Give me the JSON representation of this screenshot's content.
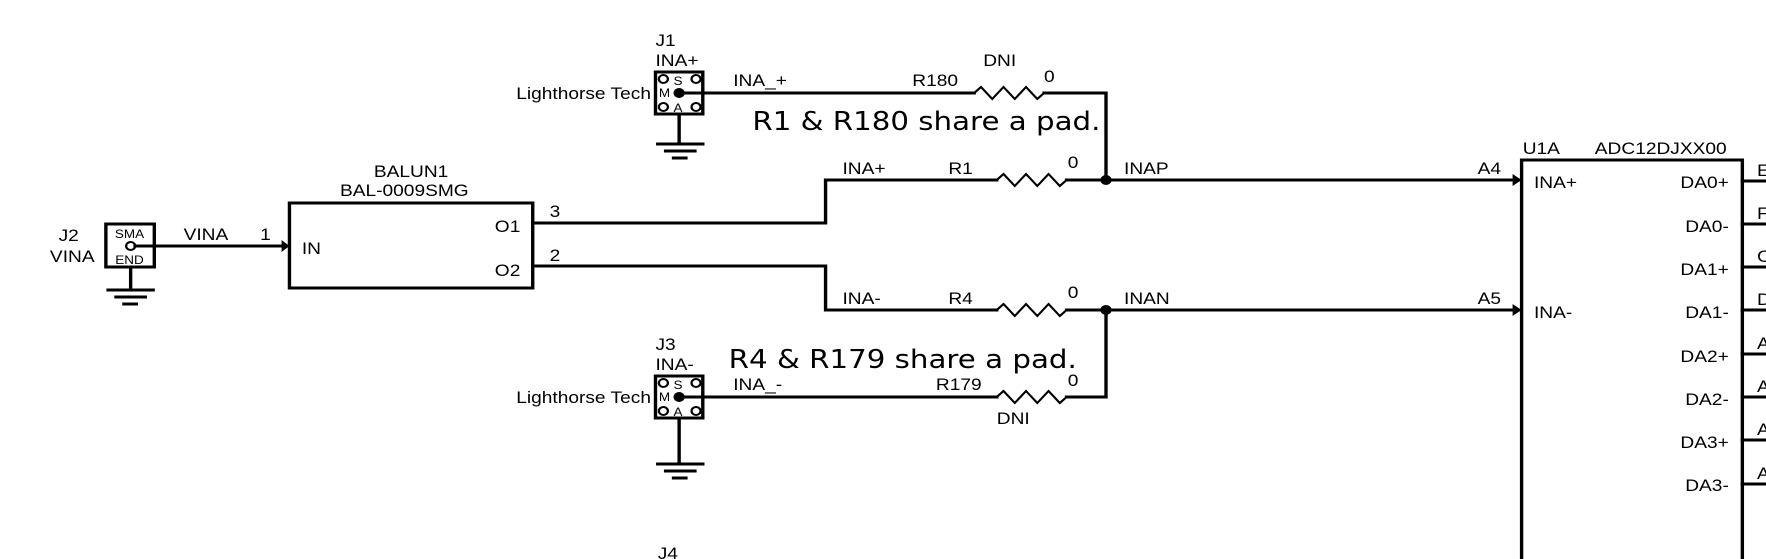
{
  "schematic": {
    "connectors": {
      "j1": {
        "ref": "J1",
        "value": "INA+",
        "vendor": "Lighthorse Tech",
        "pins": [
          "S",
          "M",
          "A"
        ],
        "net": "INA_+"
      },
      "j2": {
        "ref": "J2",
        "value": "VINA",
        "type_top": "SMA",
        "type_bottom": "END",
        "net": "VINA",
        "pin": "1"
      },
      "j3": {
        "ref": "J3",
        "value": "INA-",
        "vendor": "Lighthorse Tech",
        "pins": [
          "S",
          "M",
          "A"
        ],
        "net": "INA_-"
      },
      "j4": {
        "ref": "J4"
      }
    },
    "balun": {
      "ref": "BALUN1",
      "part": "BAL-0009SMG",
      "pin_in": "IN",
      "pin_o1": "O1",
      "pin_o2": "O2",
      "pin_o1_num": "3",
      "pin_o2_num": "2"
    },
    "resistors": {
      "r180": {
        "ref": "R180",
        "value": "0",
        "note": "DNI"
      },
      "r1": {
        "ref": "R1",
        "value": "0",
        "net_in": "INA+"
      },
      "r4": {
        "ref": "R4",
        "value": "0",
        "net_in": "INA-"
      },
      "r179": {
        "ref": "R179",
        "value": "0",
        "note": "DNI"
      }
    },
    "nets": {
      "inap": "INAP",
      "inan": "INAN"
    },
    "notes": {
      "top": "R1 & R180 share a pad.",
      "bottom": "R4 & R179 share a pad."
    },
    "adc": {
      "ref": "U1A",
      "part": "ADC12DJXX00",
      "pin_a4": "A4",
      "pin_a5": "A5",
      "left_pins": [
        "INA+",
        "INA-"
      ],
      "right_pins": [
        "DA0+",
        "DA0-",
        "DA1+",
        "DA1-",
        "DA2+",
        "DA2-",
        "DA3+",
        "DA3-"
      ],
      "right_pin_nums_partial": [
        "E",
        "F",
        "C",
        "D",
        "A",
        "A",
        "A",
        "A"
      ]
    }
  }
}
